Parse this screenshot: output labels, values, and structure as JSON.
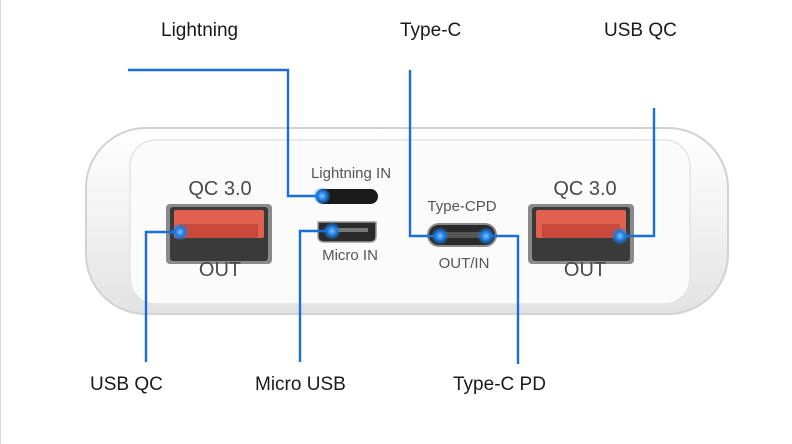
{
  "callouts": {
    "lightning": "Lightning",
    "type_c": "Type-C",
    "usb_qc_top": "USB  QC",
    "usb_qc_bottom": "USB  QC",
    "micro_usb": "Micro USB",
    "type_c_pd": "Type-C PD"
  },
  "device_labels": {
    "left_qc": "QC 3.0",
    "left_out": "OUT",
    "lightning_in": "Lightning  IN",
    "micro_in": "Micro  IN",
    "type_cpd": "Type-CPD",
    "out_in": "OUT/IN",
    "right_qc": "QC 3.0",
    "right_out": "OUT"
  },
  "colors": {
    "leader_line": "#1a6fd6",
    "usb_port": "#e2604f",
    "device_body": "#f4f4f4"
  }
}
